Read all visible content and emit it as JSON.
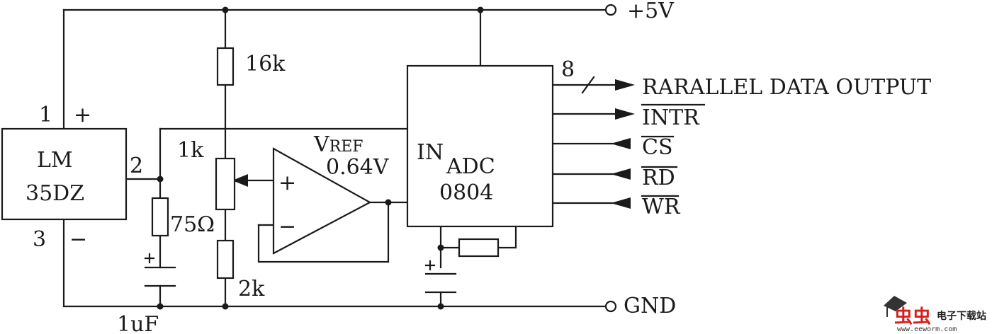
{
  "labels": {
    "supply": "+5V",
    "ground": "GND",
    "sensor_line1": "LM",
    "sensor_line2": "35DZ",
    "pin1": "1",
    "pin1_sign": "+",
    "pin2": "2",
    "pin3": "3",
    "pin3_sign": "−",
    "r_top": "16k",
    "pot": "1k",
    "r_bottom": "2k",
    "r_load": "75Ω",
    "cap": "1uF",
    "vref_v": "V",
    "vref_sub": "REF",
    "vref_value": "0.64V",
    "opamp_plus": "+",
    "opamp_minus": "−",
    "adc_in": "IN",
    "adc_line1": "ADC",
    "adc_line2": "0804",
    "bus_width": "8",
    "out_data": "RARALLEL DATA OUTPUT",
    "out_intr": "INTR",
    "in_cs": "CS",
    "in_rd": "RD",
    "in_wr": "WR",
    "cap_plus": "+"
  },
  "watermark": {
    "brand": "虫虫",
    "text": "电子下载站",
    "url": "www.eeworm.com",
    "color": "#d81e1e"
  }
}
